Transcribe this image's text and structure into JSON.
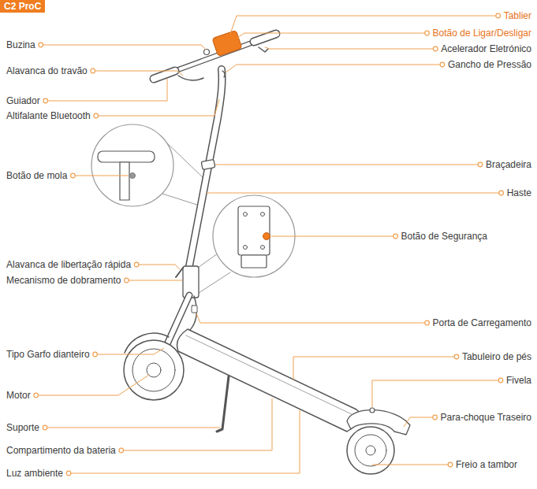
{
  "diagram": {
    "title": "C2 ProC",
    "labels": [
      "Tablier",
      "Botão de Ligar/Desligar",
      "Buzina",
      "Acelerador Eletrónico",
      "Gancho de Pressão",
      "Alavanca do travão",
      "Guiador",
      "Altifalante Bluetooth",
      "Braçadeira",
      "Botão de mola",
      "Haste",
      "Botão de Segurança",
      "Alavanca de libertação rápida",
      "Mecanismo de dobramento",
      "Porta de Carregamento",
      "Tipo Garfo dianteiro",
      "Tabuleiro de pés",
      "Fivela",
      "Motor",
      "Para-choque Traseiro",
      "Suporte",
      "Compartimento da bateria",
      "Freio a tambor",
      "Luz ambiente"
    ]
  }
}
